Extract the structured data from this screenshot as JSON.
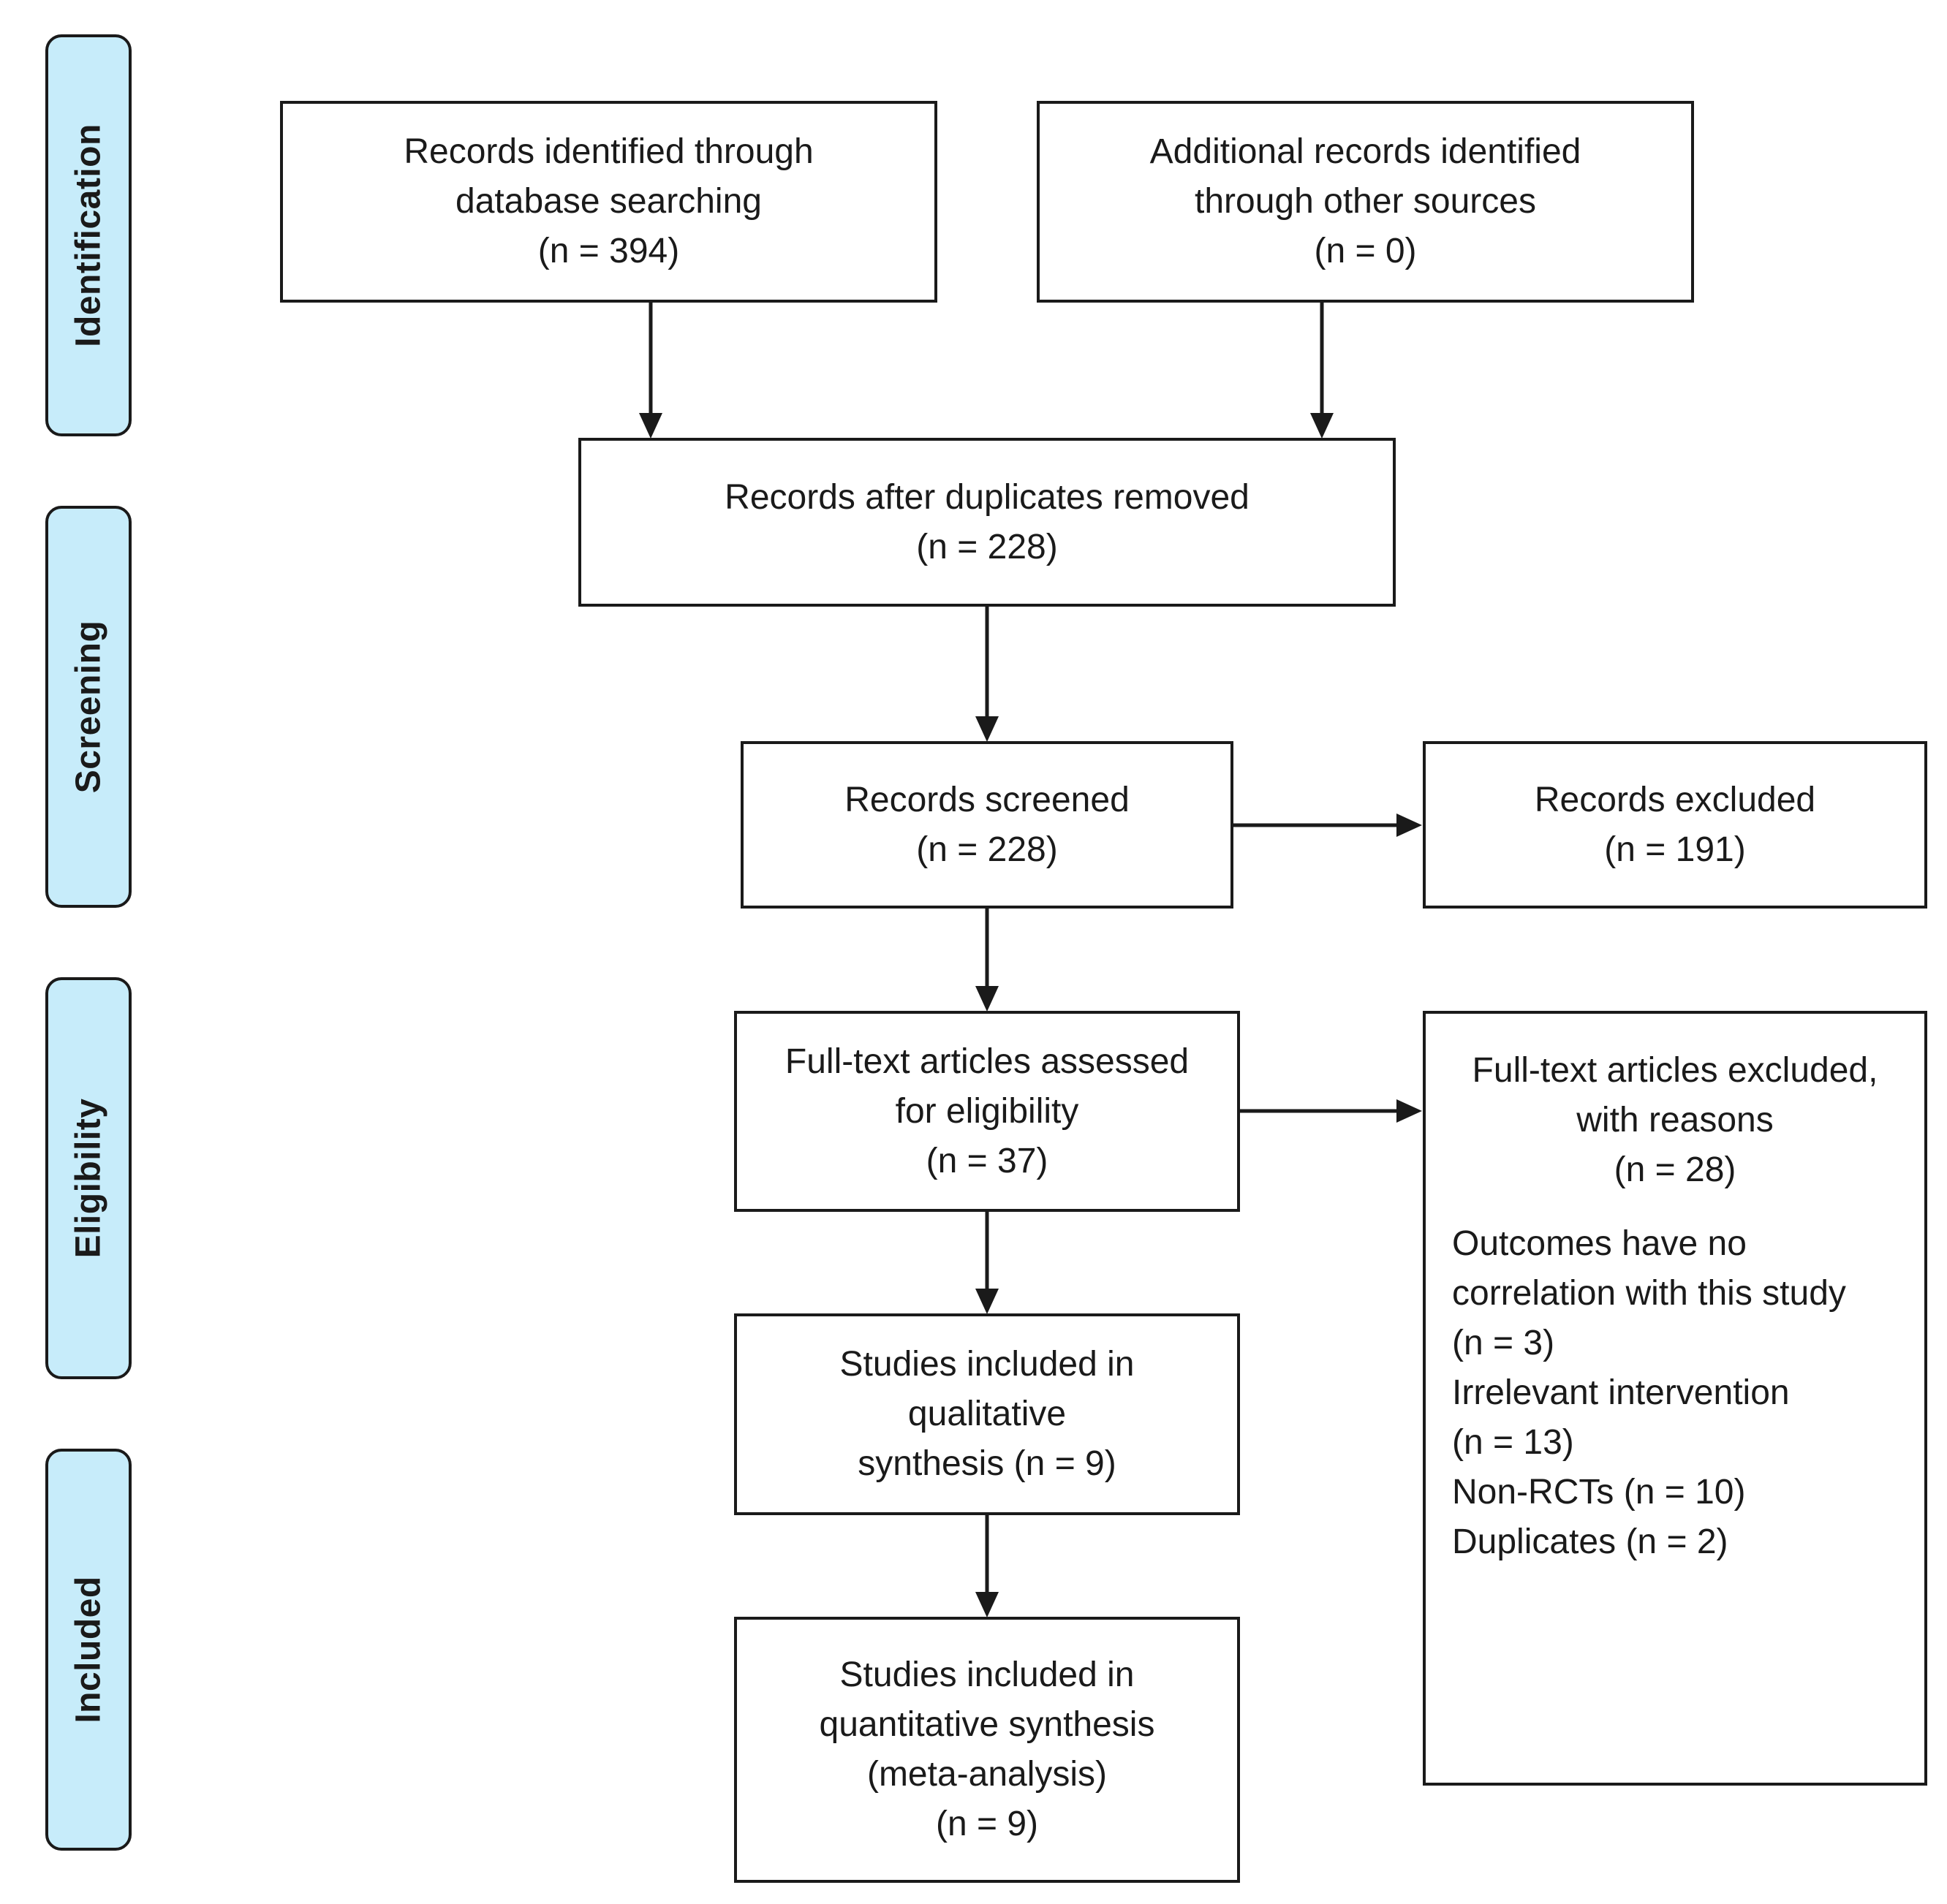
{
  "phases": {
    "identification": "Identification",
    "screening": "Screening",
    "eligibility": "Eligibility",
    "included": "Included"
  },
  "boxes": {
    "database": {
      "lines": [
        "Records identified through",
        "database searching",
        "(n = 394)"
      ]
    },
    "other_sources": {
      "lines": [
        "Additional records identified",
        "through other sources",
        "(n = 0)"
      ]
    },
    "after_duplicates": {
      "lines": [
        "Records after duplicates removed",
        "(n = 228)"
      ]
    },
    "screened": {
      "lines": [
        "Records screened",
        "(n = 228)"
      ]
    },
    "excluded": {
      "lines": [
        "Records excluded",
        "(n = 191)"
      ]
    },
    "fulltext_assessed": {
      "lines": [
        "Full-text articles assessed",
        "for eligibility",
        "(n = 37)"
      ]
    },
    "fulltext_excluded": {
      "head": [
        "Full-text articles excluded,",
        "with reasons",
        "(n = 28)"
      ],
      "reasons": [
        "Outcomes have no",
        "correlation with this study",
        "(n = 3)",
        "Irrelevant intervention",
        "(n = 13)",
        "Non-RCTs (n = 10)",
        "Duplicates (n = 2)"
      ]
    },
    "qualitative": {
      "lines": [
        "Studies included in",
        "qualitative",
        "synthesis (n = 9)"
      ]
    },
    "quantitative": {
      "lines": [
        "Studies included in",
        "quantitative synthesis",
        "(meta-analysis)",
        "(n = 9)"
      ]
    }
  }
}
